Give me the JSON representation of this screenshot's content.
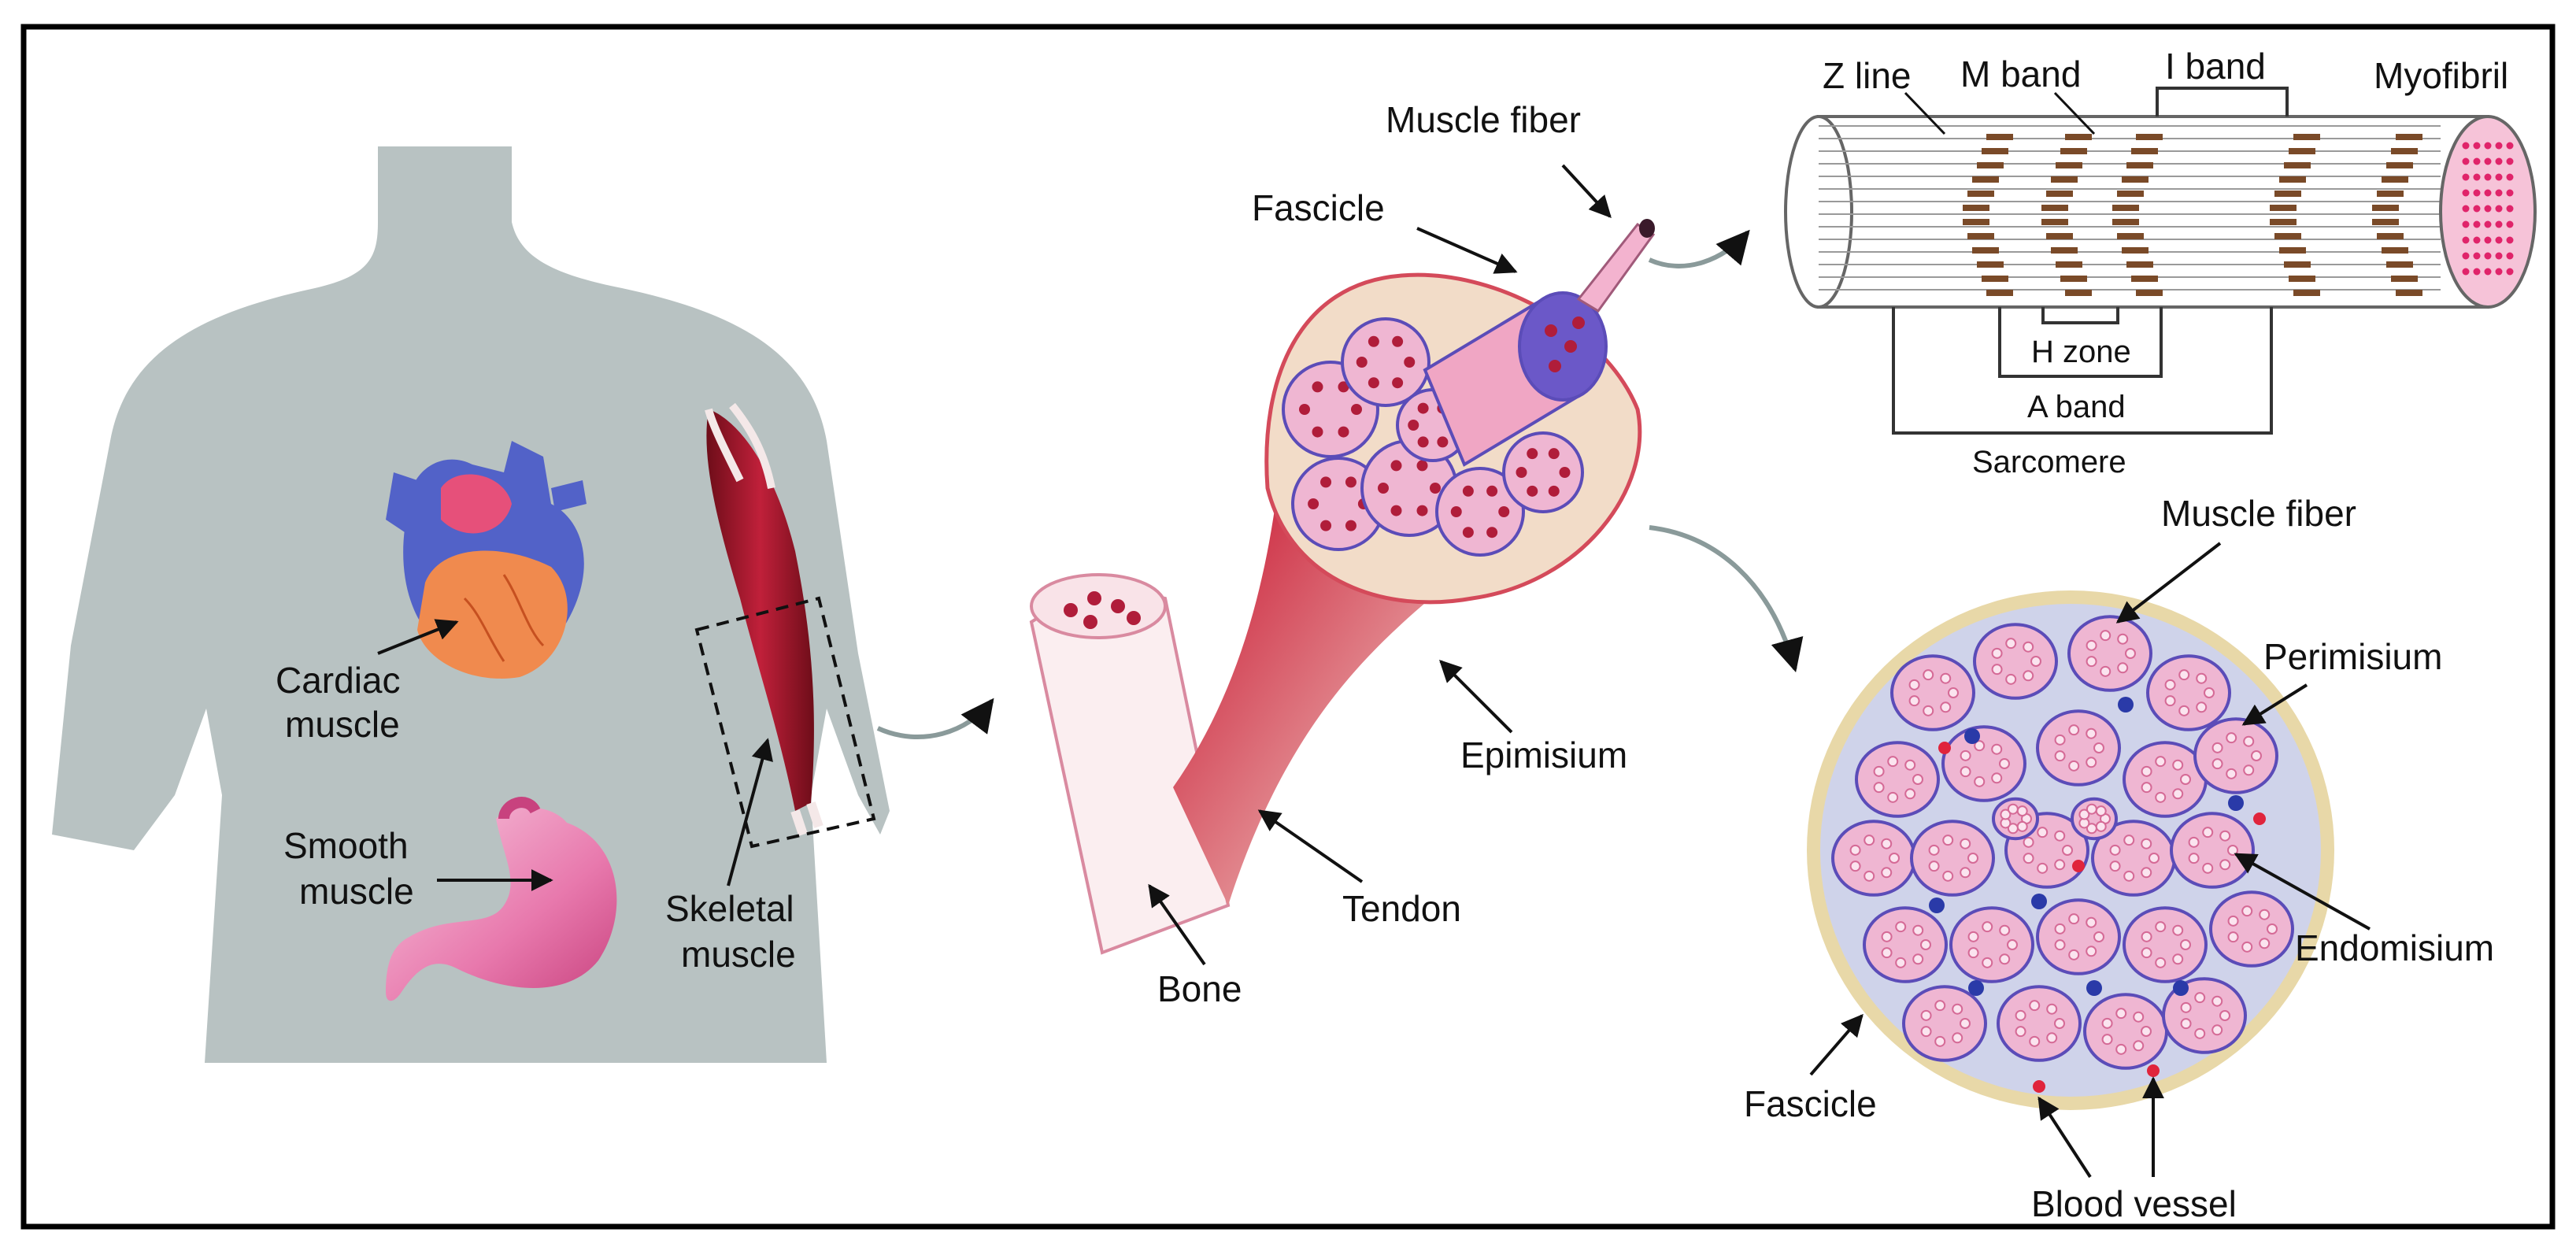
{
  "colors": {
    "silhouette": "#b8c2c2",
    "frame": "#000000",
    "heart_blue": "#5262c8",
    "heart_orange": "#f08a4e",
    "heart_pink": "#e6507a",
    "muscle_red": "#a8152a",
    "muscle_dark": "#6e0d19",
    "stomach_pink": "#ec8fb8",
    "fiber_pink": "#efb6d2",
    "fiber_border": "#5b4cb8",
    "nucleus": "#b01d3a",
    "vessel_blue": "#2a3aa8",
    "vessel_red": "#e0243c",
    "cross_section_fill": "#cfd3ea",
    "cross_section_rim": "#e8d8a8",
    "stripe_brown": "#7a4a28"
  },
  "body_panel": {
    "cardiac": [
      "Cardiac",
      "muscle"
    ],
    "smooth": [
      "Smooth",
      "muscle"
    ],
    "skeletal": [
      "Skeletal",
      "muscle"
    ]
  },
  "muscle_panel": {
    "muscle_fiber": "Muscle fiber",
    "fascicle": "Fascicle",
    "epimisium": "Epimisium",
    "tendon": "Tendon",
    "bone": "Bone"
  },
  "myofibril_panel": {
    "z_line": "Z line",
    "m_band": "M band",
    "i_band": "I band",
    "myofibril": "Myofibril",
    "h_zone": "H zone",
    "a_band": "A band",
    "sarcomere": "Sarcomere"
  },
  "cross_section_panel": {
    "muscle_fiber": "Muscle fiber",
    "perimisium": "Perimisium",
    "endomisium": "Endomisium",
    "fascicle": "Fascicle",
    "blood_vessel": "Blood vessel"
  }
}
